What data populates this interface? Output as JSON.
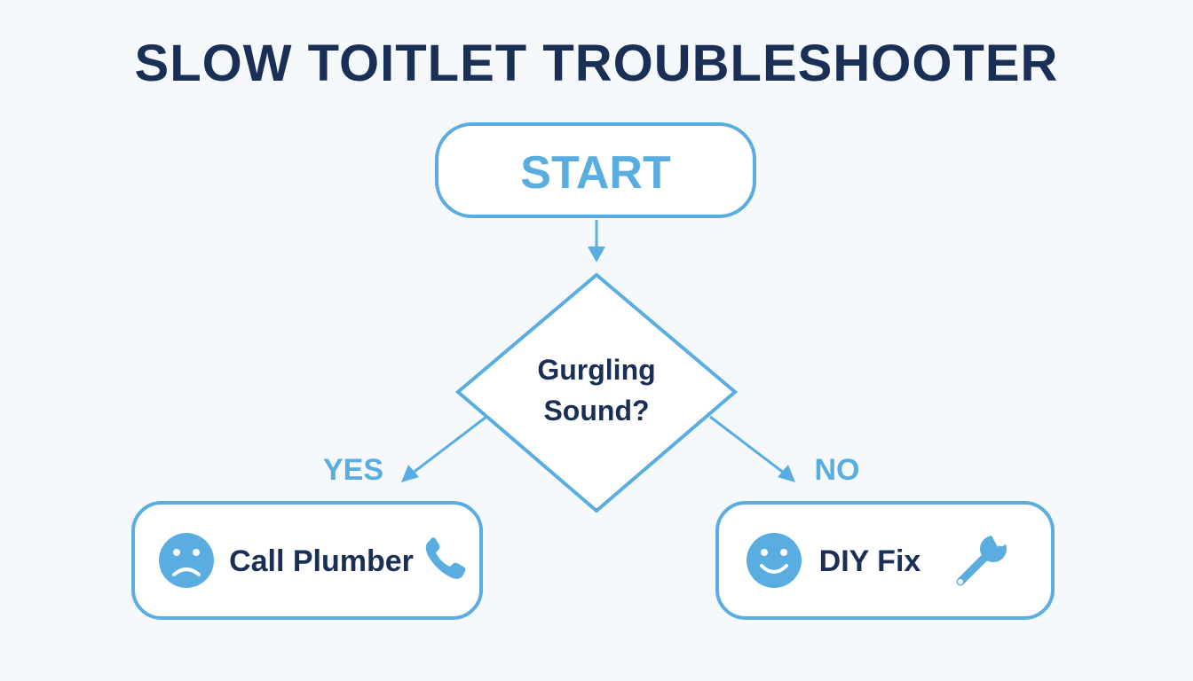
{
  "title": "SLOW TOITLET TROUBLESHOOTER",
  "colors": {
    "background": "#f5f9fc",
    "accent": "#5aade0",
    "dark_text": "#1a2f55",
    "box_fill": "#ffffff"
  },
  "nodes": {
    "start": {
      "label": "START"
    },
    "decision": {
      "line1": "Gurgling",
      "line2": "Sound?"
    },
    "yes_branch": {
      "label": "YES"
    },
    "no_branch": {
      "label": "NO"
    },
    "call_plumber": {
      "label": "Call Plumber",
      "left_icon": "sad-face-icon",
      "right_icon": "phone-icon"
    },
    "diy_fix": {
      "label": "DIY Fix",
      "left_icon": "happy-face-icon",
      "right_icon": "wrench-icon"
    }
  }
}
